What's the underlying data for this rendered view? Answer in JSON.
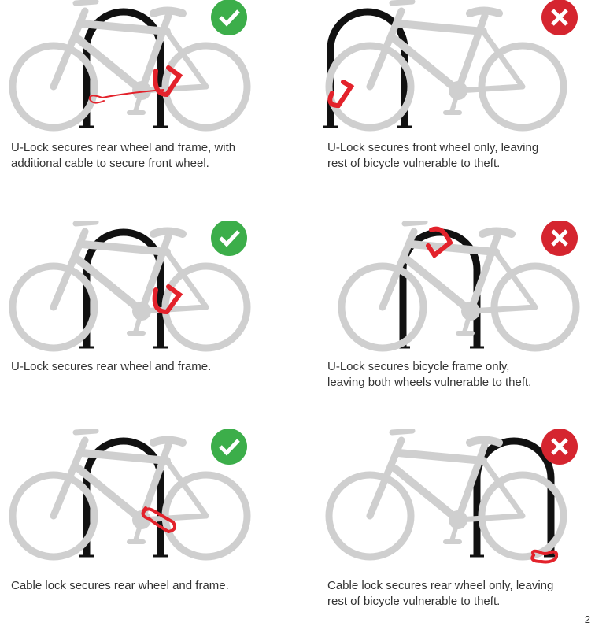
{
  "colors": {
    "bike": "#cfcfcf",
    "rack": "#111111",
    "lock": "#e3222b",
    "correct": "#3cae4a",
    "incorrect": "#d5252f"
  },
  "panels": [
    {
      "status": "correct",
      "icon": "check-icon",
      "lines": [
        "U-Lock secures rear wheel and frame, with",
        "additional cable to secure front wheel."
      ]
    },
    {
      "status": "incorrect",
      "icon": "x-icon",
      "lines": [
        "U-Lock secures front wheel only, leaving",
        "rest of bicycle vulnerable to theft."
      ]
    },
    {
      "status": "correct",
      "icon": "check-icon",
      "lines": [
        "U-Lock secures rear wheel and frame.",
        ""
      ]
    },
    {
      "status": "incorrect",
      "icon": "x-icon",
      "lines": [
        "U-Lock secures bicycle frame only,",
        "leaving both wheels vulnerable to theft."
      ]
    },
    {
      "status": "correct",
      "icon": "check-icon",
      "lines": [
        "Cable lock secures rear wheel and frame.",
        ""
      ]
    },
    {
      "status": "incorrect",
      "icon": "x-icon",
      "lines": [
        "Cable lock secures rear wheel only, leaving",
        "rest of bicycle vulnerable to theft."
      ]
    }
  ],
  "page_number": "2"
}
